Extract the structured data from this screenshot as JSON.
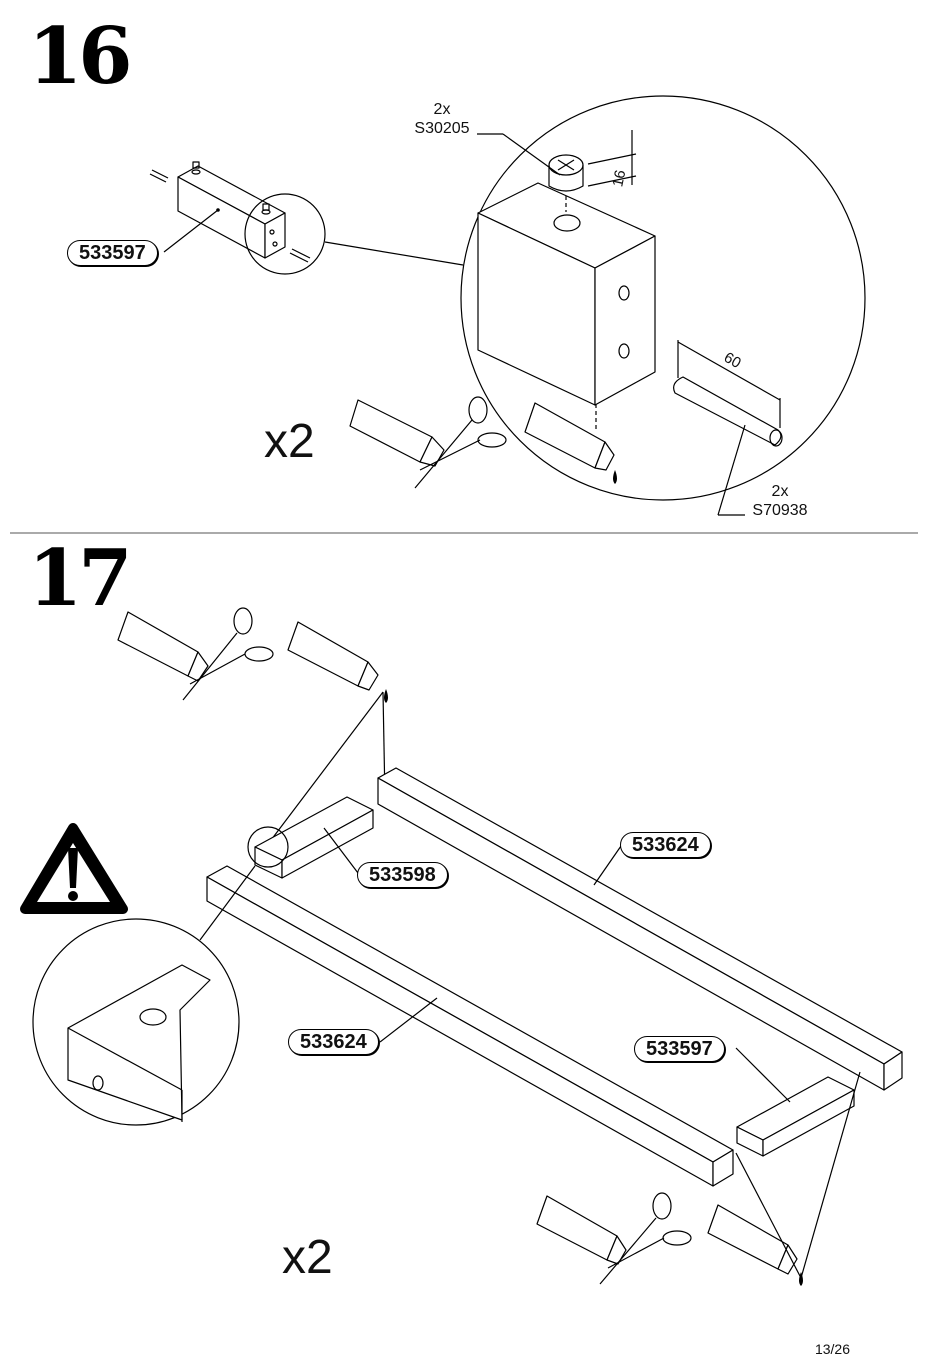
{
  "steps": [
    {
      "number": "16",
      "multiplier": "x2",
      "part_label": "533597",
      "callouts": [
        {
          "qty": "2x",
          "code": "S30205"
        },
        {
          "qty": "2x",
          "code": "S70938"
        }
      ],
      "dimensions": [
        "16",
        "60"
      ]
    },
    {
      "number": "17",
      "multiplier": "x2",
      "part_labels": [
        "533624",
        "533598",
        "533624",
        "533597"
      ]
    }
  ],
  "icons": [
    "glue-tube-icon",
    "scissors-icon",
    "glue-drop-icon",
    "warning-icon"
  ],
  "page_number": "13/26"
}
